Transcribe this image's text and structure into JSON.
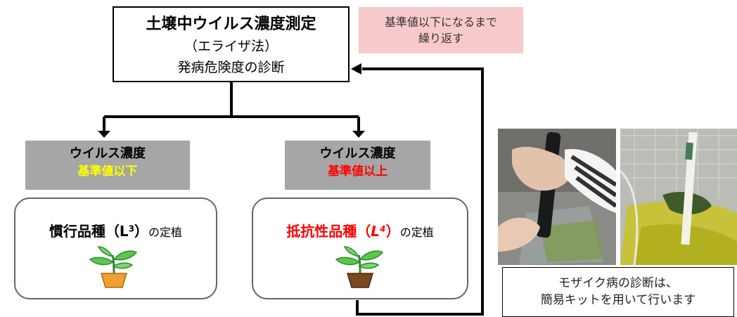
{
  "top_box": {
    "line1": "土壌中ウイルス濃度測定",
    "line2": "（エライザ法）",
    "line3": "発病危険度の診断"
  },
  "note": {
    "line1": "基準値以下になるまで",
    "line2": "繰り返す"
  },
  "left_branch": {
    "status_line1": "ウイルス濃度",
    "status_line2": "基準値以下",
    "status_color": "#ffff00",
    "variety": "慣行品種（L",
    "variety_sup": "3",
    "variety_close": "）",
    "variety_suffix": "の定植",
    "pot_color": "#f0a030"
  },
  "right_branch": {
    "status_line1": "ウイルス濃度",
    "status_line2": "基準値以上",
    "status_color": "#ff0000",
    "variety": "抵抗性品種（",
    "variety_sup": "L⁴",
    "variety_close": "）",
    "variety_suffix": "の定植",
    "variety_color": "#ff0000",
    "pot_color": "#7a4a1c"
  },
  "photos": {
    "left_icon": "hand-holding-test-kit-photo",
    "right_icon": "test-strip-in-bag-photo"
  },
  "caption": {
    "line1": "モザイク病の診断は、",
    "line2": "簡易キットを用いて行います"
  }
}
